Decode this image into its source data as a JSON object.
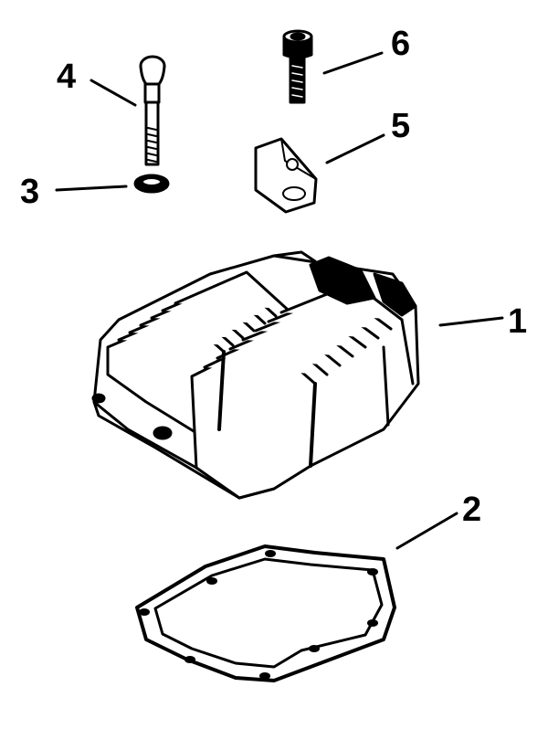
{
  "parts": [
    {
      "id": "cylinder-head",
      "callout": "1"
    },
    {
      "id": "head-gasket",
      "callout": "2"
    },
    {
      "id": "washer",
      "callout": "3"
    },
    {
      "id": "long-bolt",
      "callout": "4"
    },
    {
      "id": "breather-plate",
      "callout": "5"
    },
    {
      "id": "short-bolt",
      "callout": "6"
    }
  ],
  "colors": {
    "ink": "#000000",
    "paper": "#ffffff"
  }
}
